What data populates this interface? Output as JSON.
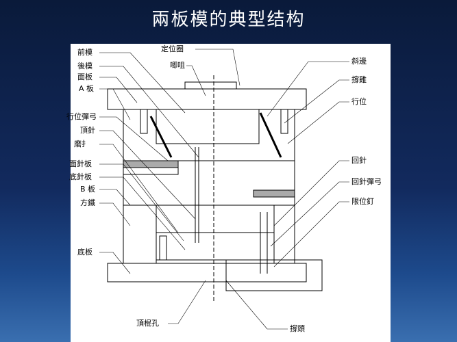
{
  "title": "兩板模的典型结构",
  "labels": {
    "front_mold": "前模",
    "rear_mold": "後模",
    "top_plate": "面板",
    "a_plate": "A 板",
    "slide_spring": "行位彈弓",
    "ejector_pin": "頂針",
    "wear_plate": "磨扌",
    "ejector_retainer": "面針板",
    "ejector_plate": "底針板",
    "b_plate": "B 板",
    "spacer_block": "方鐵",
    "bottom_plate": "底板",
    "locating_ring": "定位圈",
    "sprue_bushing": "唧咀",
    "angle_pin": "斜邊",
    "wedge": "撐雞",
    "slide": "行位",
    "return_pin": "回針",
    "return_spring": "回針彈弓",
    "stop_pin": "限位釘",
    "ko_hole": "頂棍孔",
    "support_pillar": "撐頭"
  }
}
